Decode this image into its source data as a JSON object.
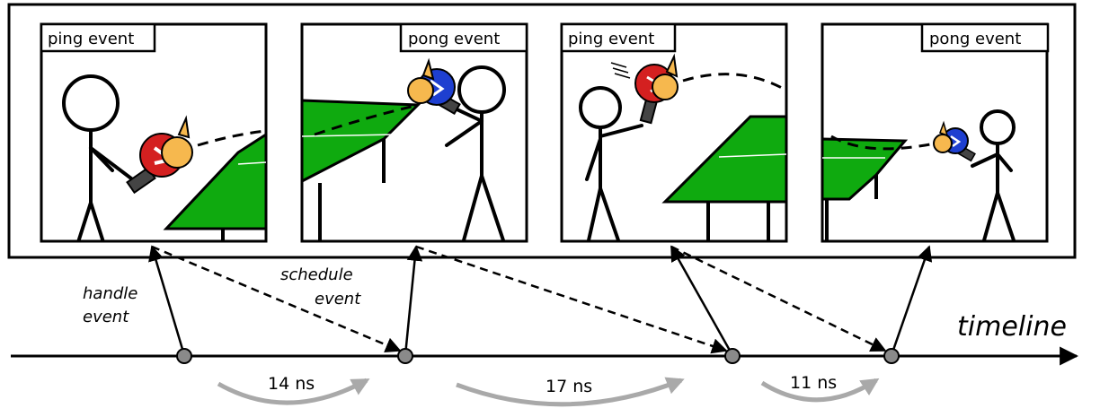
{
  "panels": [
    {
      "label": "ping event"
    },
    {
      "label": "pong event"
    },
    {
      "label": "ping event"
    },
    {
      "label": "pong event"
    }
  ],
  "annotations": {
    "handle_line1": "handle",
    "handle_line2": "event",
    "schedule_line1": "schedule",
    "schedule_line2": "event"
  },
  "timeline": {
    "label": "timeline",
    "durations": [
      "14 ns",
      "17 ns",
      "11 ns"
    ]
  },
  "colors": {
    "table": "#0faa0f",
    "ping_paddle": "#d42020",
    "pong_paddle": "#1e3fd0",
    "event_marker": "#8a8a8a",
    "duration_arrow": "#a9a9a9"
  }
}
